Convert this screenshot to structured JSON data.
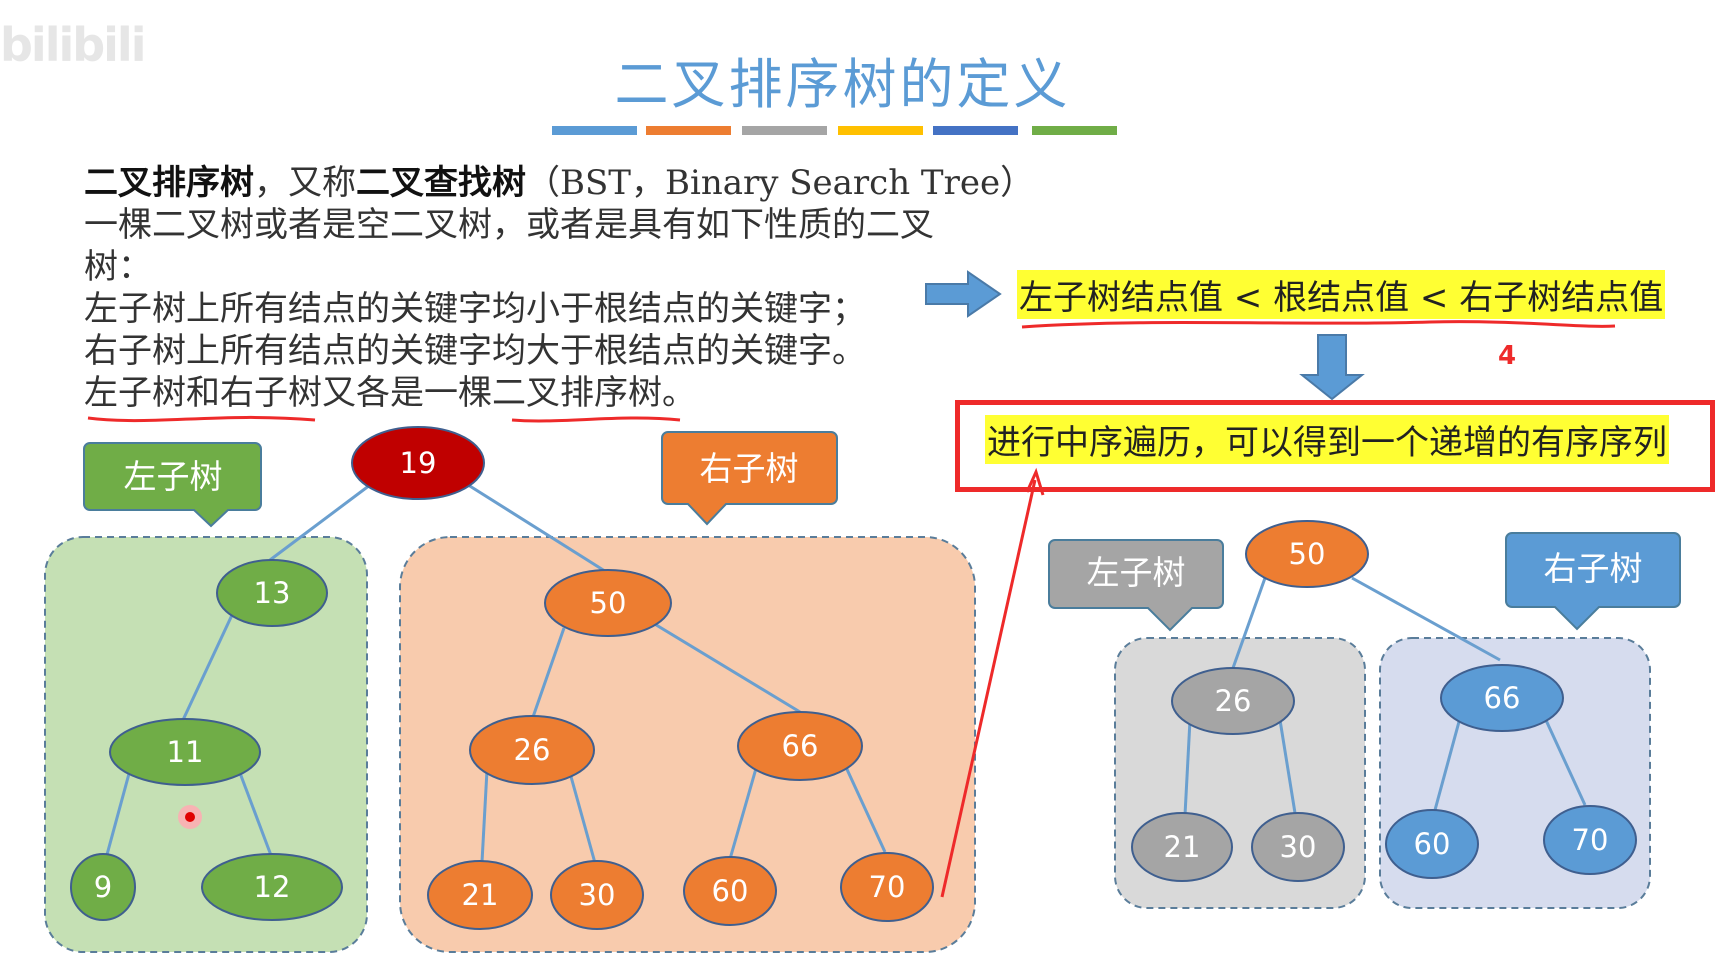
{
  "watermark": "bilibili",
  "title": "二叉排序树的定义",
  "colors": {
    "title": "#5b9bd5",
    "bars": [
      "#5b9bd5",
      "#ed7d31",
      "#a5a5a5",
      "#ffc000",
      "#4472c4",
      "#70ad47"
    ],
    "green": "#70ad47",
    "orange": "#ed7d31",
    "gray": "#a5a5a5",
    "blue": "#5b9bd5",
    "dark_red": "#c00000",
    "highlight": "#ffff33",
    "annotation_red": "#ee2a2a"
  },
  "definition": {
    "line1_bold1": "二叉排序树",
    "line1_text1": "，又称",
    "line1_bold2": "二叉查找树",
    "line1_text2": "（BST，Binary Search Tree）",
    "line2": "一棵二叉树或者是空二叉树，或者是具有如下性质的二叉",
    "line3": "树：",
    "line4": "左子树上所有结点的关键字均小于根结点的关键字；",
    "line5": "右子树上所有结点的关键字均大于根结点的关键字。",
    "line6_a": "左子树和右子树",
    "line6_b": "又各是一棵",
    "line6_c": "二叉排序树",
    "line6_d": "。"
  },
  "property": "左子树结点值 < 根结点值 < 右子树结点值",
  "inorder": "进行中序遍历，可以得到一个递增的有序序列",
  "handwritten_mark": "4",
  "tree1": {
    "root": "19",
    "left_callout": "左子树",
    "right_callout": "右子树",
    "left_nodes": [
      "13",
      "11",
      "9",
      "12"
    ],
    "right_nodes": [
      "50",
      "26",
      "66",
      "21",
      "30",
      "60",
      "70"
    ]
  },
  "tree2": {
    "root": "50",
    "left_callout": "左子树",
    "right_callout": "右子树",
    "left_nodes": [
      "26",
      "21",
      "30"
    ],
    "right_nodes": [
      "66",
      "60",
      "70"
    ]
  }
}
